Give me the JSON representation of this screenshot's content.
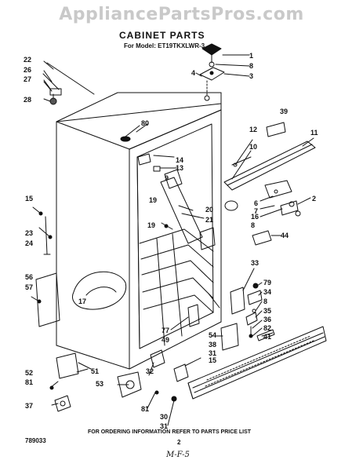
{
  "watermark": "AppliancePartsPros.com",
  "title": "CABINET PARTS",
  "model": "For Model: ET19TKXLWR-3",
  "footer": {
    "left_code": "789033",
    "ordering_note": "FOR ORDERING INFORMATION REFER TO PARTS PRICE LIST",
    "page_number": "2",
    "handwritten": "M-F-5"
  },
  "callouts": {
    "c1": "1",
    "c8a": "8",
    "c3": "3",
    "c4": "4",
    "c22": "22",
    "c26": "26",
    "c27": "27",
    "c28": "28",
    "c80": "80",
    "c39": "39",
    "c12": "12",
    "c11": "11",
    "c10": "10",
    "c14": "14",
    "c13": "13",
    "c9": "9",
    "c19a": "19",
    "c20": "20",
    "c21": "21",
    "c6": "6",
    "c7": "7",
    "c2": "2",
    "c16": "16",
    "c8b": "8",
    "c15a": "15",
    "c19b": "19",
    "c23": "23",
    "c24": "24",
    "c44": "44",
    "c33": "33",
    "c56": "56",
    "c57": "57",
    "c17": "17",
    "c79": "79",
    "c34": "34",
    "c8c": "8",
    "c35": "35",
    "c36": "36",
    "c82": "82",
    "c41": "41",
    "c77": "77",
    "c49": "49",
    "c54": "54",
    "c38": "38",
    "c31a": "31",
    "c15b": "15",
    "c52": "52",
    "c51": "51",
    "c81a": "81",
    "c32": "32",
    "c53": "53",
    "c37": "37",
    "c81b": "81",
    "c30": "30",
    "c31b": "31"
  }
}
